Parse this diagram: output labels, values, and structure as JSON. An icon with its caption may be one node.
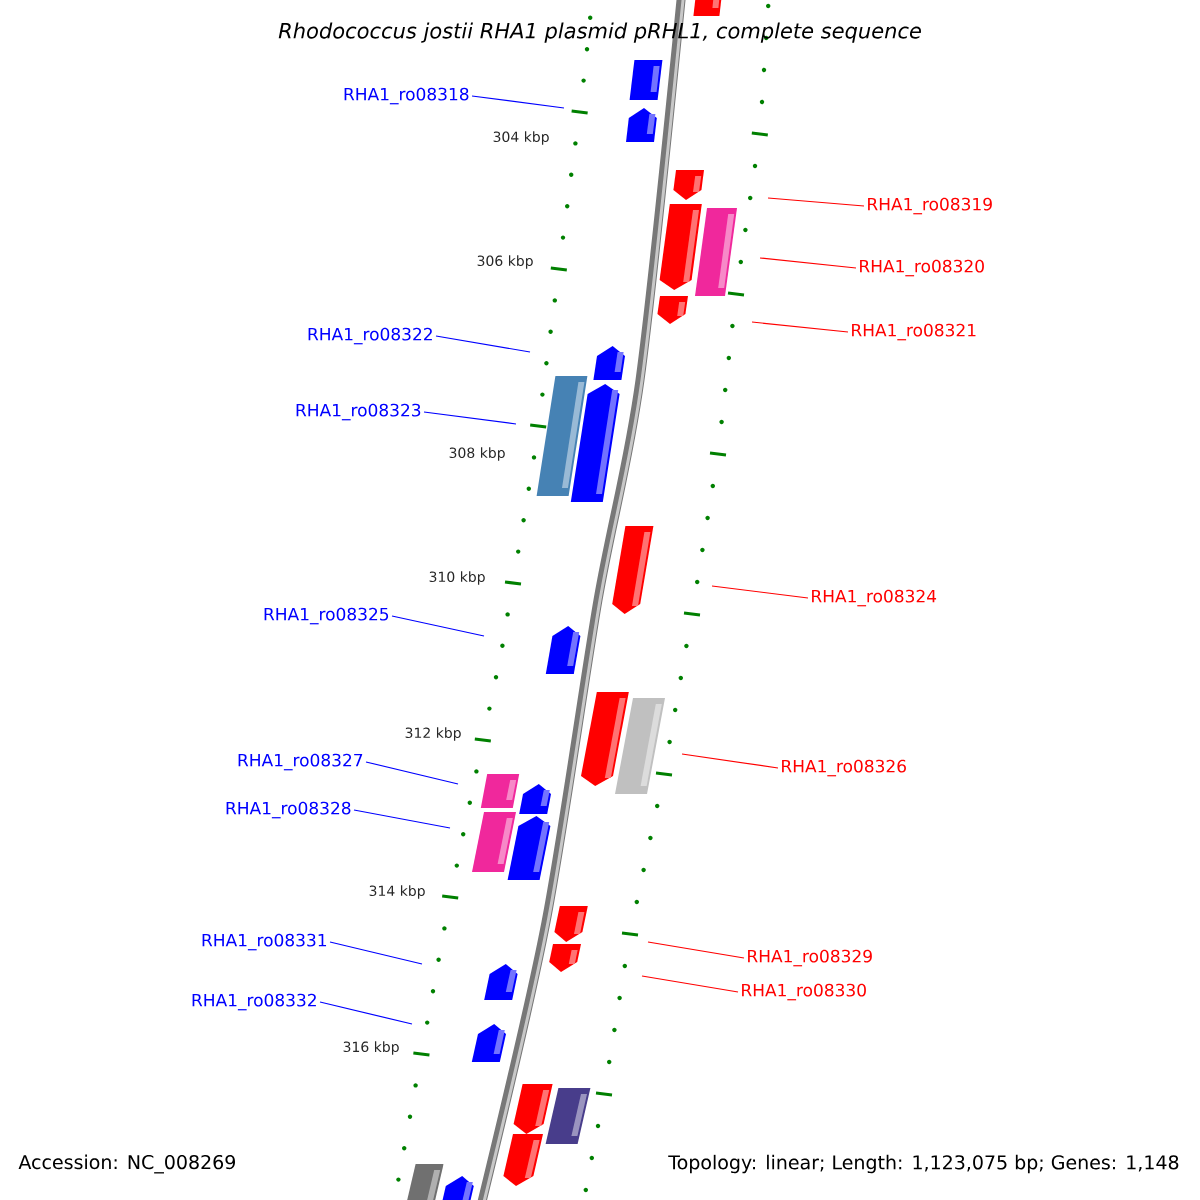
{
  "diagram": {
    "title": "Rhodococcus jostii RHA1 plasmid pRHL1, complete sequence",
    "nodes": [
      {
        "text": [
          "RHA1_ro08318"
        ]
      },
      {
        "text": [
          "RHA1_ro08319"
        ]
      },
      {
        "text": [
          "RHA1_ro08320"
        ]
      },
      {
        "text": [
          "RHA1_ro08321"
        ]
      },
      {
        "text": [
          "RHA1_ro08322"
        ]
      },
      {
        "text": [
          "RHA1_ro08323"
        ]
      },
      {
        "text": [
          "RHA1_ro08324"
        ]
      },
      {
        "text": [
          "RHA1_ro08325"
        ]
      },
      {
        "text": [
          "RHA1_ro08326"
        ]
      },
      {
        "text": [
          "RHA1_ro08327"
        ]
      },
      {
        "text": [
          "RHA1_ro08328"
        ]
      },
      {
        "text": [
          "RHA1_ro08331"
        ]
      },
      {
        "text": [
          "RHA1_ro08329"
        ]
      },
      {
        "text": [
          "RHA1_ro08330"
        ]
      },
      {
        "text": [
          "RHA1_ro08332"
        ]
      }
    ],
    "edges": [
      {
        "from": 0,
        "to": null,
        "arrow": "none",
        "color": "#0000ff"
      },
      {
        "from": 1,
        "to": null,
        "arrow": "none",
        "color": "#ff0000"
      },
      {
        "from": 2,
        "to": null,
        "arrow": "none",
        "color": "#ff0000"
      },
      {
        "from": 3,
        "to": null,
        "arrow": "none",
        "color": "#ff0000"
      },
      {
        "from": 4,
        "to": null,
        "arrow": "none",
        "color": "#0000ff"
      },
      {
        "from": 5,
        "to": null,
        "arrow": "none",
        "color": "#0000ff"
      },
      {
        "from": 6,
        "to": null,
        "arrow": "none",
        "color": "#ff0000"
      },
      {
        "from": 7,
        "to": null,
        "arrow": "none",
        "color": "#0000ff"
      },
      {
        "from": 8,
        "to": null,
        "arrow": "none",
        "color": "#ff0000"
      },
      {
        "from": 9,
        "to": null,
        "arrow": "none",
        "color": "#0000ff"
      },
      {
        "from": 10,
        "to": null,
        "arrow": "none",
        "color": "#0000ff"
      },
      {
        "from": 11,
        "to": null,
        "arrow": "none",
        "color": "#0000ff"
      },
      {
        "from": 12,
        "to": null,
        "arrow": "none",
        "color": "#ff0000"
      },
      {
        "from": 13,
        "to": null,
        "arrow": "none",
        "color": "#ff0000"
      },
      {
        "from": 14,
        "to": null,
        "arrow": "none",
        "color": "#0000ff"
      }
    ],
    "labels": [
      "304 kbp",
      "306 kbp",
      "308 kbp",
      "310 kbp",
      "312 kbp",
      "314 kbp",
      "316 kbp",
      "Accession: NC_008269",
      "Topology: linear; Length: 1,123,075 bp; Genes: 1,148"
    ]
  }
}
